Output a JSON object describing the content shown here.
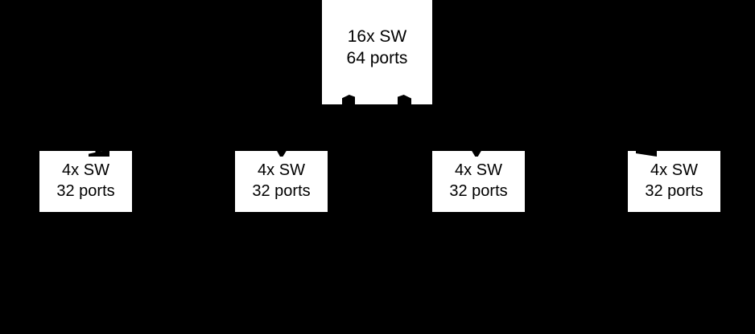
{
  "diagram": {
    "type": "hierarchy",
    "background_color": "#000000",
    "node_fill_color": "#ffffff",
    "node_text_color": "#000000",
    "edge_color": "#000000",
    "root": {
      "id": "root-switch",
      "line1": "16x SW",
      "line2": "64 ports",
      "switch_count": "16x SW",
      "port_count": "64 ports"
    },
    "leaves": [
      {
        "id": "leaf-switch-1",
        "line1": "4x SW",
        "line2": "32 ports",
        "switch_count": "4x SW",
        "port_count": "32 ports"
      },
      {
        "id": "leaf-switch-2",
        "line1": "4x SW",
        "line2": "32 ports",
        "switch_count": "4x SW",
        "port_count": "32 ports"
      },
      {
        "id": "leaf-switch-3",
        "line1": "4x SW",
        "line2": "32 ports",
        "switch_count": "4x SW",
        "port_count": "32 ports"
      },
      {
        "id": "leaf-switch-4",
        "line1": "4x SW",
        "line2": "32 ports",
        "switch_count": "4x SW",
        "port_count": "32 ports"
      }
    ]
  }
}
